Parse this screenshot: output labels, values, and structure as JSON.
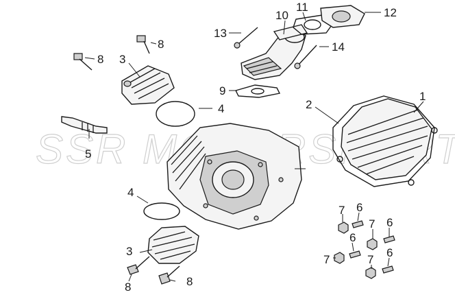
{
  "watermark": "SSR MOTORSPORTS",
  "callouts": {
    "c1": "1",
    "c2": "2",
    "c3a": "3",
    "c3b": "3",
    "c4a": "4",
    "c4b": "4",
    "c5": "5",
    "c6a": "6",
    "c6b": "6",
    "c6c": "6",
    "c6d": "6",
    "c7a": "7",
    "c7b": "7",
    "c7c": "7",
    "c7d": "7",
    "c8a": "8",
    "c8b": "8",
    "c8c": "8",
    "c8d": "8",
    "c9": "9",
    "c10": "10",
    "c11": "11",
    "c12": "12",
    "c13": "13",
    "c14": "14"
  }
}
